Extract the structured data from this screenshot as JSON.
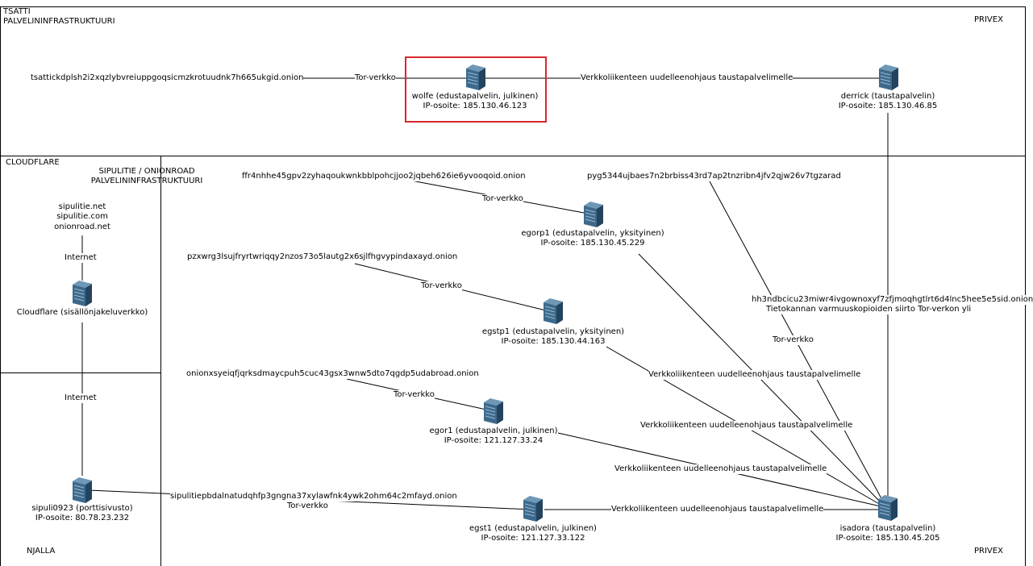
{
  "zones": {
    "tsatti_title": "TSÄTTI",
    "tsatti_sub": "PALVELININFRASTRUKTUURI",
    "privex_top": "PRIVEX",
    "cloudflare": "CLOUDFLARE",
    "sipulitie_title": "SIPULITIE / ONIONROAD",
    "sipulitie_sub": "PALVELININFRASTRUKTUURI",
    "njalla": "NJALLA",
    "privex_bottom": "PRIVEX"
  },
  "domains": {
    "d1": "sipulitie.net",
    "d2": "sipulitie.com",
    "d3": "onionroad.net"
  },
  "onions": {
    "tsatti": "tsattickdplsh2i2xqzlybvreiuppgoqsicmzkrotuudnk7h665ukgid.onion",
    "egorp1": "ffr4nhhe45gpv2zyhaqoukwnkbblpohcjjoo2jqbeh626ie6yvooqoid.onion",
    "egstp1": "pzxwrg3lsujfryrtwriqqy2nzos73o5lautg2x6sjlfhgvypindaxayd.onion",
    "egor1": "onionxsyeiqfjqrksdmaycpuh5cuc43gsx3wnw5dto7qgdp5udabroad.onion",
    "egst1": "sipulitiepbdalnatudqhfp3gngna37xylawfnk4ywk2ohm64c2mfayd.onion",
    "pyg": "pyg5344ujbaes7n2brbiss43rd7ap2tnzribn4jfv2qjw26v7tgzarad",
    "hh3": "hh3ndbcicu23miwr4ivgownoxyf7zfjmoqhgtlrt6d4lnc5hee5e5sid.onion"
  },
  "edges": {
    "tor": "Tor-verkko",
    "forward": "Verkkoliikenteen uudelleenohjaus taustapalvelimelle",
    "internet": "Internet",
    "backup": "Tietokannan varmuuskopioiden siirto Tor-verkon yli"
  },
  "servers": {
    "wolfe": {
      "name": "wolfe (edustapalvelin, julkinen)",
      "ip": "IP-osoite: 185.130.46.123"
    },
    "derrick": {
      "name": "derrick (taustapalvelin)",
      "ip": "IP-osoite: 185.130.46.85"
    },
    "egorp1": {
      "name": "egorp1 (edustapalvelin, yksityinen)",
      "ip": "IP-osoite: 185.130.45.229"
    },
    "egstp1": {
      "name": "egstp1 (edustapalvelin, yksityinen)",
      "ip": "IP-osoite: 185.130.44.163"
    },
    "egor1": {
      "name": "egor1 (edustapalvelin, julkinen)",
      "ip": "IP-osoite: 121.127.33.24"
    },
    "egst1": {
      "name": "egst1 (edustapalvelin, julkinen)",
      "ip": "IP-osoite: 121.127.33.122"
    },
    "isadora": {
      "name": "isadora (taustapalvelin)",
      "ip": "IP-osoite: 185.130.45.205"
    },
    "sipuli": {
      "name": "sipuli0923 (porttisivusto)",
      "ip": "IP-osoite: 80.78.23.232"
    },
    "cloudflare": {
      "name": "Cloudflare (sisällönjakeluverkko)"
    }
  },
  "colors": {
    "server_blue": "#3d6a8c",
    "server_dark": "#23435e",
    "highlight": "#d9272e",
    "line": "#000000"
  },
  "icons": {
    "server": "server-tower-icon"
  }
}
